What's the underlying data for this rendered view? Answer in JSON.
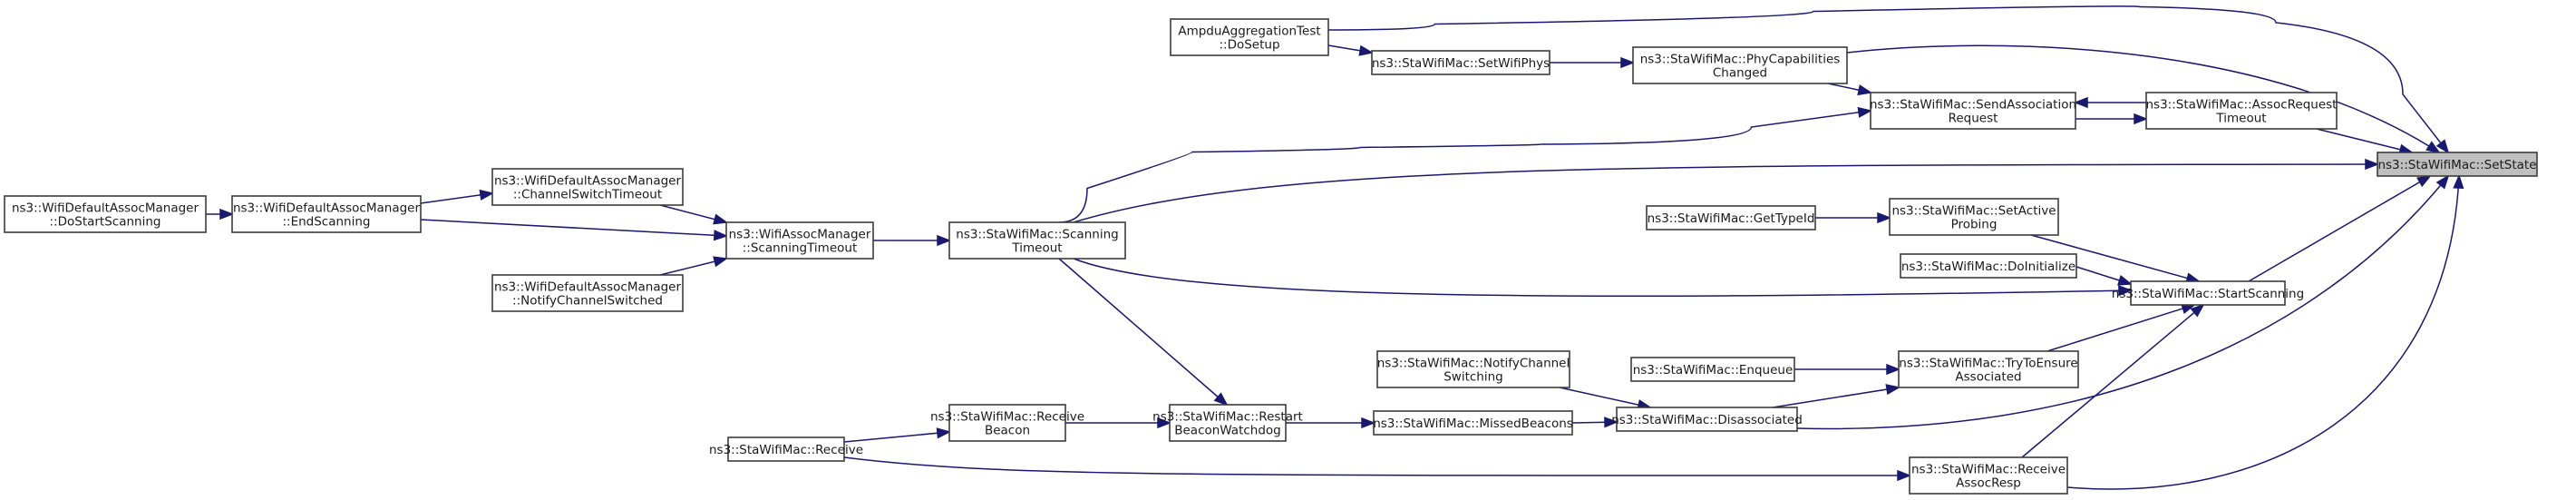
{
  "diagram": {
    "title": "Caller graph of ns3::StaWifiMac::SetState",
    "focus_node": "setstate",
    "colors": {
      "edge": "#191970",
      "focus_fill": "#bfbfbf",
      "node_fill": "#ffffff",
      "node_border": "#3c3c3c"
    },
    "nodes": [
      {
        "id": "dostartscanning",
        "lines": [
          "ns3::WifiDefaultAssocManager",
          "::DoStartScanning"
        ]
      },
      {
        "id": "endscanning",
        "lines": [
          "ns3::WifiDefaultAssocManager",
          "::EndScanning"
        ]
      },
      {
        "id": "channelswitchtimeout",
        "lines": [
          "ns3::WifiDefaultAssocManager",
          "::ChannelSwitchTimeout"
        ]
      },
      {
        "id": "notifychannelswitched",
        "lines": [
          "ns3::WifiDefaultAssocManager",
          "::NotifyChannelSwitched"
        ]
      },
      {
        "id": "assocscanningtimeout",
        "lines": [
          "ns3::WifiAssocManager",
          "::ScanningTimeout"
        ]
      },
      {
        "id": "stascanningtimeout",
        "lines": [
          "ns3::StaWifiMac::Scanning",
          "Timeout"
        ]
      },
      {
        "id": "ampdudosetup",
        "lines": [
          "AmpduAggregationTest",
          "::DoSetup"
        ]
      },
      {
        "id": "setwifiphys",
        "lines": [
          "ns3::StaWifiMac::SetWifiPhys"
        ]
      },
      {
        "id": "phycapabilitieschanged",
        "lines": [
          "ns3::StaWifiMac::PhyCapabilities",
          "Changed"
        ]
      },
      {
        "id": "sendassociationrequest",
        "lines": [
          "ns3::StaWifiMac::SendAssociation",
          "Request"
        ]
      },
      {
        "id": "assocrequesttimeout",
        "lines": [
          "ns3::StaWifiMac::AssocRequest",
          "Timeout"
        ]
      },
      {
        "id": "setstate",
        "lines": [
          "ns3::StaWifiMac::SetState"
        ]
      },
      {
        "id": "gettypeid",
        "lines": [
          "ns3::StaWifiMac::GetTypeId"
        ]
      },
      {
        "id": "setactiveprobing",
        "lines": [
          "ns3::StaWifiMac::SetActive",
          "Probing"
        ]
      },
      {
        "id": "doinitialize",
        "lines": [
          "ns3::StaWifiMac::DoInitialize"
        ]
      },
      {
        "id": "startscanning",
        "lines": [
          "ns3::StaWifiMac::StartScanning"
        ]
      },
      {
        "id": "notifychannelswitching",
        "lines": [
          "ns3::StaWifiMac::NotifyChannel",
          "Switching"
        ]
      },
      {
        "id": "enqueue",
        "lines": [
          "ns3::StaWifiMac::Enqueue"
        ]
      },
      {
        "id": "trytoensureassociated",
        "lines": [
          "ns3::StaWifiMac::TryToEnsure",
          "Associated"
        ]
      },
      {
        "id": "missedbeacons",
        "lines": [
          "ns3::StaWifiMac::MissedBeacons"
        ]
      },
      {
        "id": "disassociated",
        "lines": [
          "ns3::StaWifiMac::Disassociated"
        ]
      },
      {
        "id": "receive",
        "lines": [
          "ns3::StaWifiMac::Receive"
        ]
      },
      {
        "id": "receivebeacon",
        "lines": [
          "ns3::StaWifiMac::Receive",
          "Beacon"
        ]
      },
      {
        "id": "restartbeaconwatchdog",
        "lines": [
          "ns3::StaWifiMac::Restart",
          "BeaconWatchdog"
        ]
      },
      {
        "id": "receiveassocresp",
        "lines": [
          "ns3::StaWifiMac::Receive",
          "AssocResp"
        ]
      }
    ],
    "edges": [
      {
        "from": "dostartscanning",
        "to": "endscanning"
      },
      {
        "from": "endscanning",
        "to": "channelswitchtimeout"
      },
      {
        "from": "endscanning",
        "to": "assocscanningtimeout"
      },
      {
        "from": "channelswitchtimeout",
        "to": "assocscanningtimeout"
      },
      {
        "from": "notifychannelswitched",
        "to": "assocscanningtimeout"
      },
      {
        "from": "assocscanningtimeout",
        "to": "stascanningtimeout"
      },
      {
        "from": "stascanningtimeout",
        "to": "sendassociationrequest"
      },
      {
        "from": "stascanningtimeout",
        "to": "setstate"
      },
      {
        "from": "stascanningtimeout",
        "to": "startscanning"
      },
      {
        "from": "stascanningtimeout",
        "to": "restartbeaconwatchdog"
      },
      {
        "from": "ampdudosetup",
        "to": "setwifiphys"
      },
      {
        "from": "ampdudosetup",
        "to": "setstate"
      },
      {
        "from": "setwifiphys",
        "to": "phycapabilitieschanged"
      },
      {
        "from": "phycapabilitieschanged",
        "to": "sendassociationrequest"
      },
      {
        "from": "phycapabilitieschanged",
        "to": "setstate"
      },
      {
        "from": "sendassociationrequest",
        "to": "assocrequesttimeout"
      },
      {
        "from": "assocrequesttimeout",
        "to": "sendassociationrequest"
      },
      {
        "from": "assocrequesttimeout",
        "to": "setstate"
      },
      {
        "from": "gettypeid",
        "to": "setactiveprobing"
      },
      {
        "from": "setactiveprobing",
        "to": "startscanning"
      },
      {
        "from": "doinitialize",
        "to": "startscanning"
      },
      {
        "from": "startscanning",
        "to": "setstate"
      },
      {
        "from": "enqueue",
        "to": "trytoensureassociated"
      },
      {
        "from": "trytoensureassociated",
        "to": "startscanning"
      },
      {
        "from": "notifychannelswitching",
        "to": "disassociated"
      },
      {
        "from": "missedbeacons",
        "to": "disassociated"
      },
      {
        "from": "disassociated",
        "to": "trytoensureassociated"
      },
      {
        "from": "disassociated",
        "to": "setstate"
      },
      {
        "from": "restartbeaconwatchdog",
        "to": "missedbeacons"
      },
      {
        "from": "receivebeacon",
        "to": "restartbeaconwatchdog"
      },
      {
        "from": "receive",
        "to": "receivebeacon"
      },
      {
        "from": "receive",
        "to": "receiveassocresp"
      },
      {
        "from": "receiveassocresp",
        "to": "startscanning"
      },
      {
        "from": "receiveassocresp",
        "to": "setstate"
      }
    ]
  }
}
